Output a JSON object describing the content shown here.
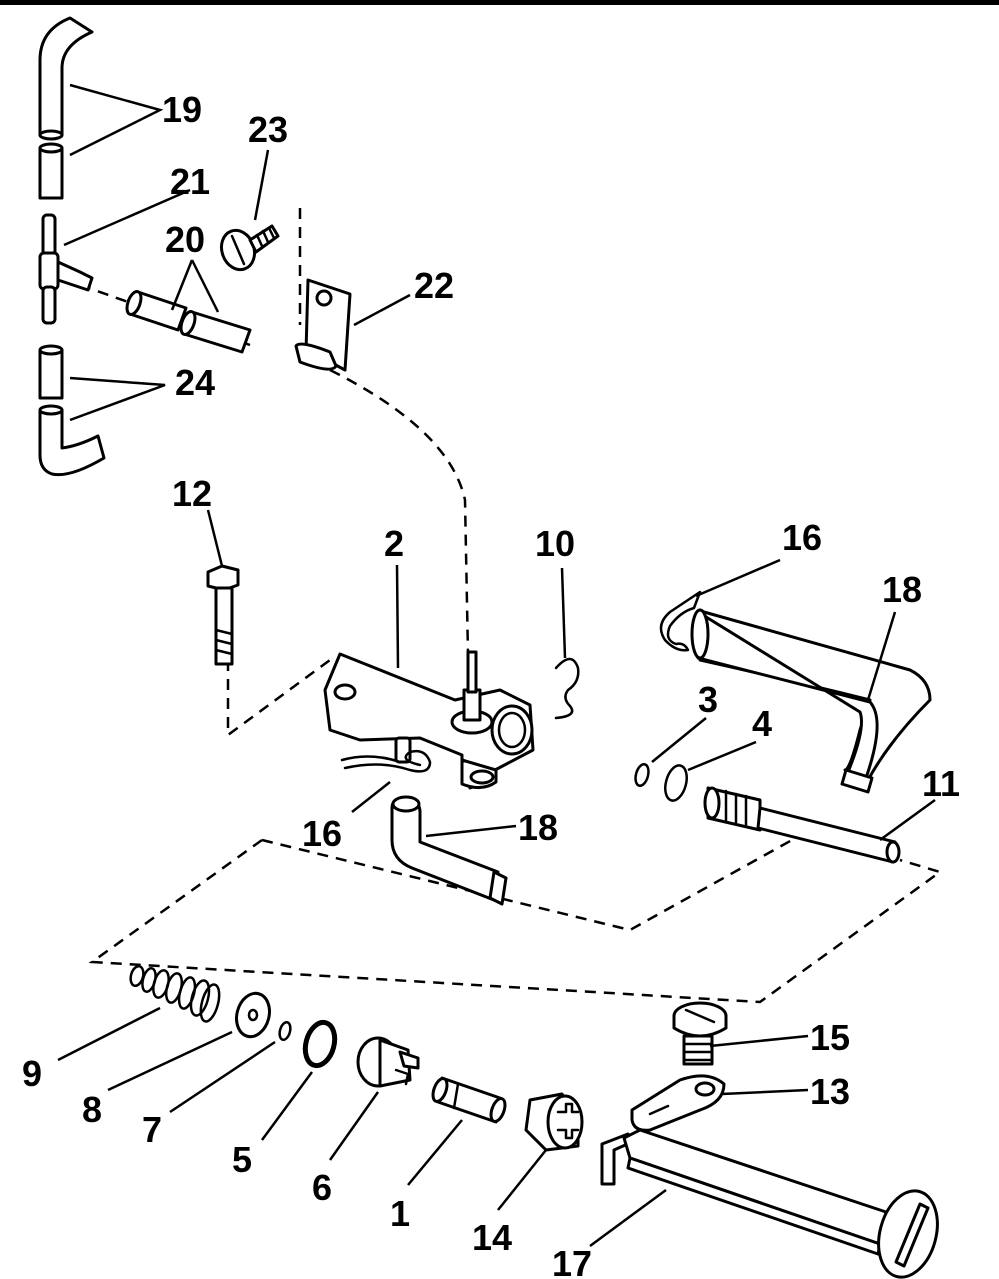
{
  "callouts": [
    {
      "id": "19",
      "text": "19"
    },
    {
      "id": "23",
      "text": "23"
    },
    {
      "id": "21",
      "text": "21"
    },
    {
      "id": "20",
      "text": "20"
    },
    {
      "id": "22",
      "text": "22"
    },
    {
      "id": "24",
      "text": "24"
    },
    {
      "id": "12",
      "text": "12"
    },
    {
      "id": "2",
      "text": "2"
    },
    {
      "id": "10",
      "text": "10"
    },
    {
      "id": "16a",
      "text": "16"
    },
    {
      "id": "18a",
      "text": "18"
    },
    {
      "id": "3",
      "text": "3"
    },
    {
      "id": "4",
      "text": "4"
    },
    {
      "id": "11",
      "text": "11"
    },
    {
      "id": "16b",
      "text": "16"
    },
    {
      "id": "18b",
      "text": "18"
    },
    {
      "id": "15",
      "text": "15"
    },
    {
      "id": "13",
      "text": "13"
    },
    {
      "id": "9",
      "text": "9"
    },
    {
      "id": "8",
      "text": "8"
    },
    {
      "id": "7",
      "text": "7"
    },
    {
      "id": "5",
      "text": "5"
    },
    {
      "id": "6",
      "text": "6"
    },
    {
      "id": "1",
      "text": "1"
    },
    {
      "id": "14",
      "text": "14"
    },
    {
      "id": "17",
      "text": "17"
    }
  ]
}
